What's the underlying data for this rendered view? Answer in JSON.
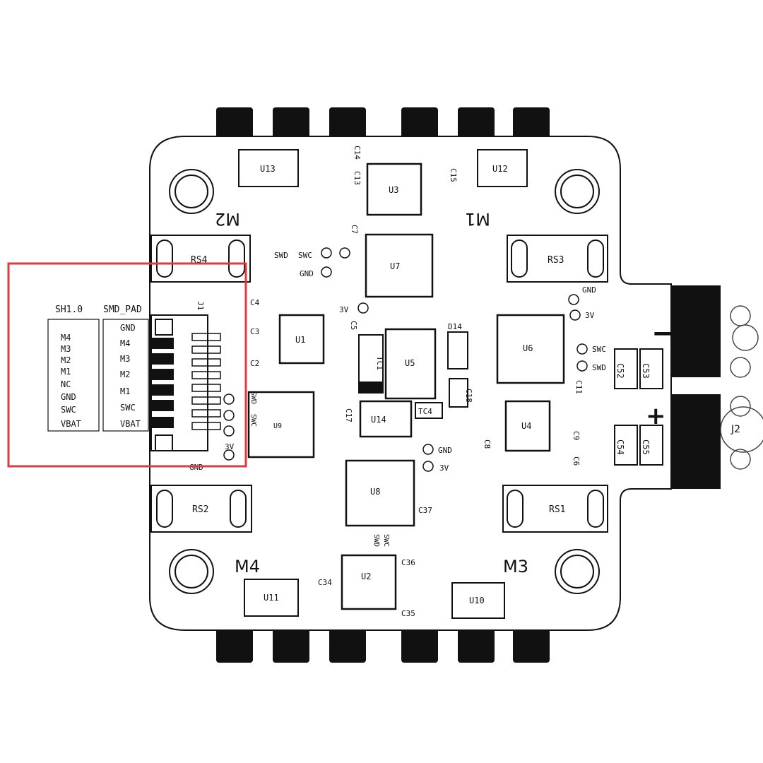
{
  "connector_labels": {
    "sh_header": "SH1.0",
    "smd_header": "SMD_PAD",
    "sh_pins": [
      "M4",
      "M3",
      "M2",
      "M1",
      "NC",
      "GND",
      "SWC",
      "VBAT"
    ],
    "smd_pins": [
      "GND",
      "M4",
      "M3",
      "M2",
      "M1",
      "SWC",
      "VBAT"
    ]
  },
  "components": {
    "u1": "U1",
    "u2": "U2",
    "u3": "U3",
    "u4": "U4",
    "u5": "U5",
    "u6": "U6",
    "u7": "U7",
    "u8": "U8",
    "u9": "U9",
    "u10": "U10",
    "u11": "U11",
    "u12": "U12",
    "u13": "U13",
    "u14": "U14",
    "j1": "J1",
    "j2": "J2",
    "rs1": "RS1",
    "rs2": "RS2",
    "rs3": "RS3",
    "rs4": "RS4",
    "tc1": "TC1",
    "tc4": "TC4",
    "d14": "D14",
    "c2": "C2",
    "c3": "C3",
    "c4": "C4",
    "c5": "C5",
    "c6": "C6",
    "c7": "C7",
    "c8": "C8",
    "c9": "C9",
    "c11": "C11",
    "c13": "C13",
    "c14": "C14",
    "c15": "C15",
    "c17": "C17",
    "c18": "C18",
    "c34": "C34",
    "c35": "C35",
    "c36": "C36",
    "c37": "C37",
    "c52": "C52",
    "c53": "C53",
    "c54": "C54",
    "c55": "C55"
  },
  "motors": {
    "m1": "M1",
    "m2": "M2",
    "m3": "M3",
    "m4": "M4"
  },
  "power": {
    "minus": "−",
    "plus": "+"
  },
  "net_labels": {
    "swd": "SWD",
    "swc": "SWC",
    "gnd": "GND",
    "v3": "3V"
  },
  "colors": {
    "highlight": "#e03a3e",
    "ink": "#111111",
    "board": "#ffffff"
  }
}
